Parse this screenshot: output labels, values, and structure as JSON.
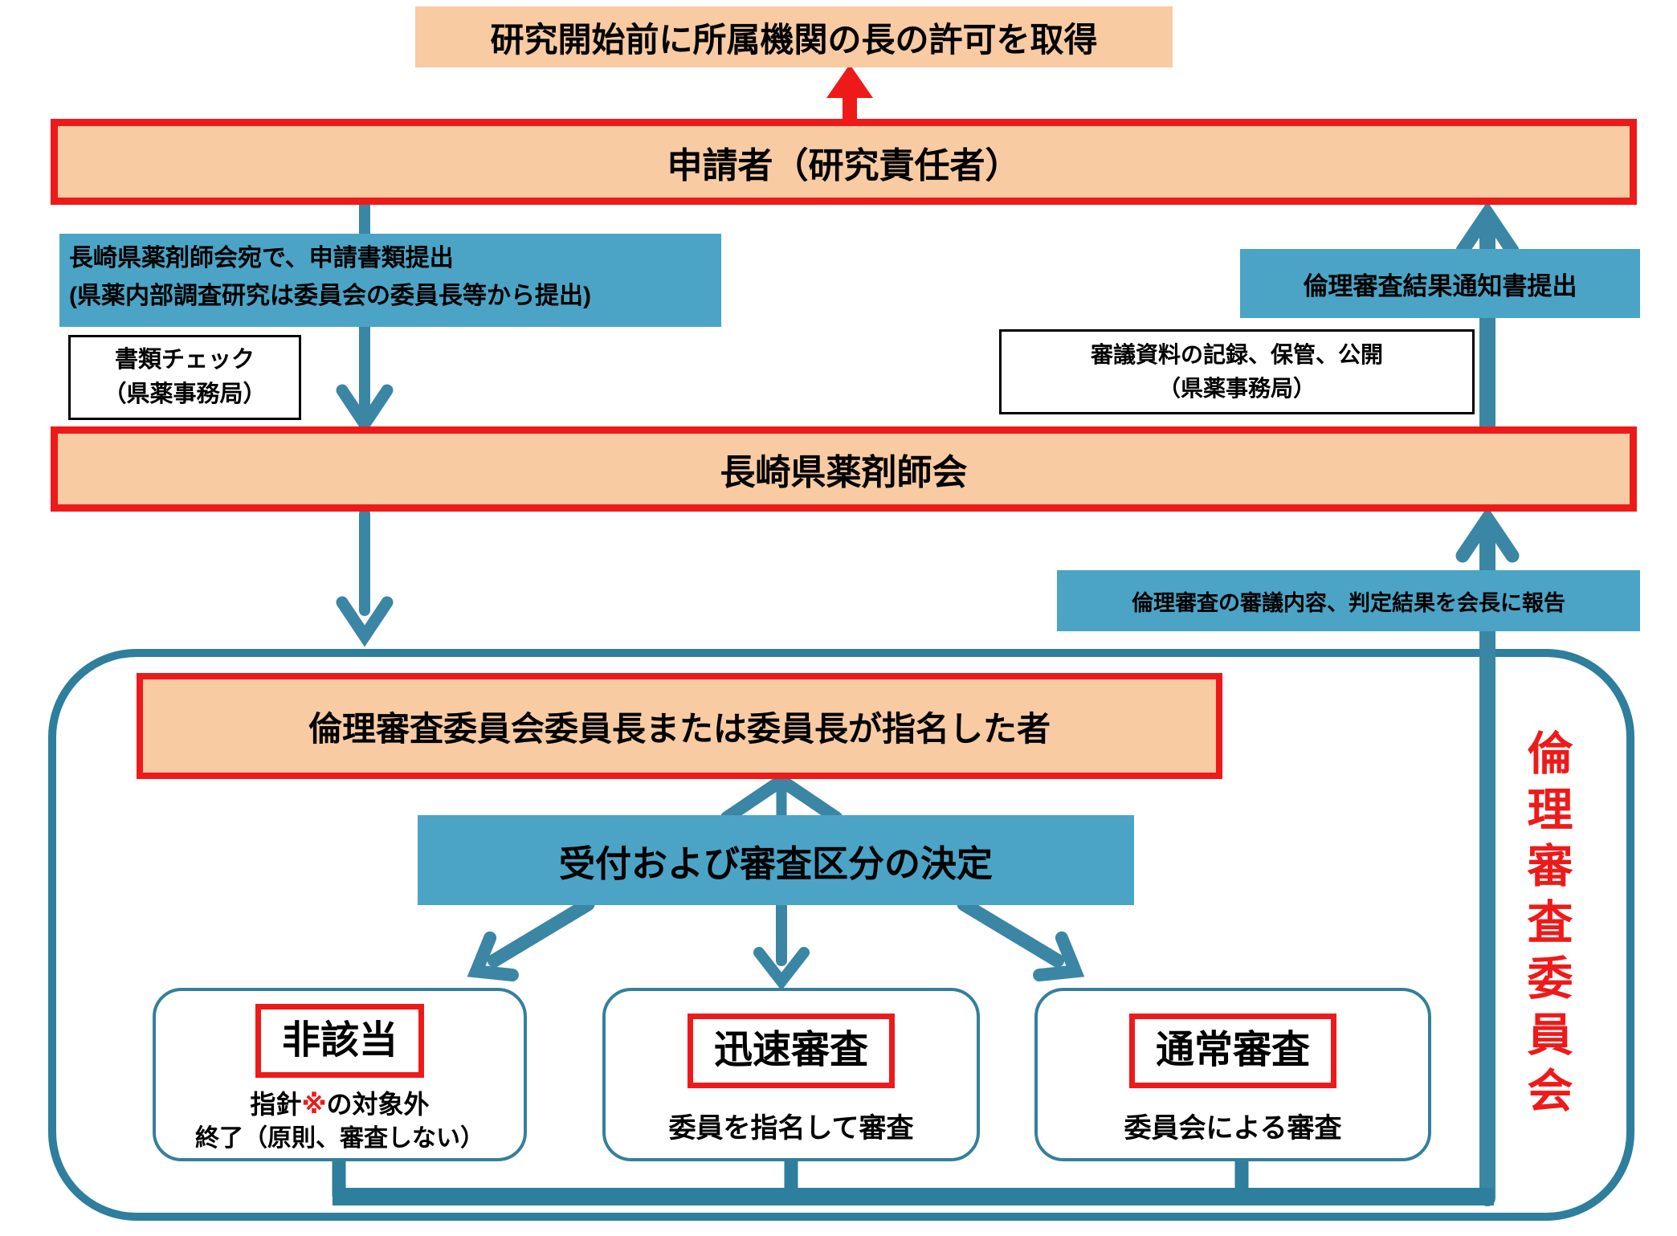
{
  "palette": {
    "peach_fill": "#F8CBA2",
    "red": "#EE1A1A",
    "teal_label_bg": "#4BA4C5",
    "arrow_teal": "#3A86A4",
    "dark_teal_border": "#2E7E9D",
    "text_black": "#000000"
  },
  "top_note": "研究開始前に所属機関の長の許可を取得",
  "applicant": "申請者（研究責任者）",
  "submit_label": {
    "line1": "長崎県薬剤師会宛で、申請書類提出",
    "line2": "(県薬内部調査研究は委員会の委員長等から提出)"
  },
  "doc_check": {
    "line1": "書類チェック",
    "line2": "（県薬事務局）"
  },
  "result_notice": "倫理審査結果通知書提出",
  "records": {
    "line1": "審議資料の記録、保管、公開",
    "line2": "（県薬事務局）"
  },
  "association": "長崎県薬剤師会",
  "report_label": "倫理審査の審議内容、判定結果を会長に報告",
  "chair": "倫理審査委員会委員長または委員長が指名した者",
  "reception": "受付および審査区分の決定",
  "committee_side_label": "倫理審査委員会",
  "outcomes": [
    {
      "title": "非該当",
      "desc1_pre": "指針",
      "desc1_mark": "※",
      "desc1_post": "の対象外",
      "desc2": "終了（原則、審査しない）"
    },
    {
      "title": "迅速審査",
      "desc": "委員を指名して審査"
    },
    {
      "title": "通常審査",
      "desc": "委員会による審査"
    }
  ]
}
